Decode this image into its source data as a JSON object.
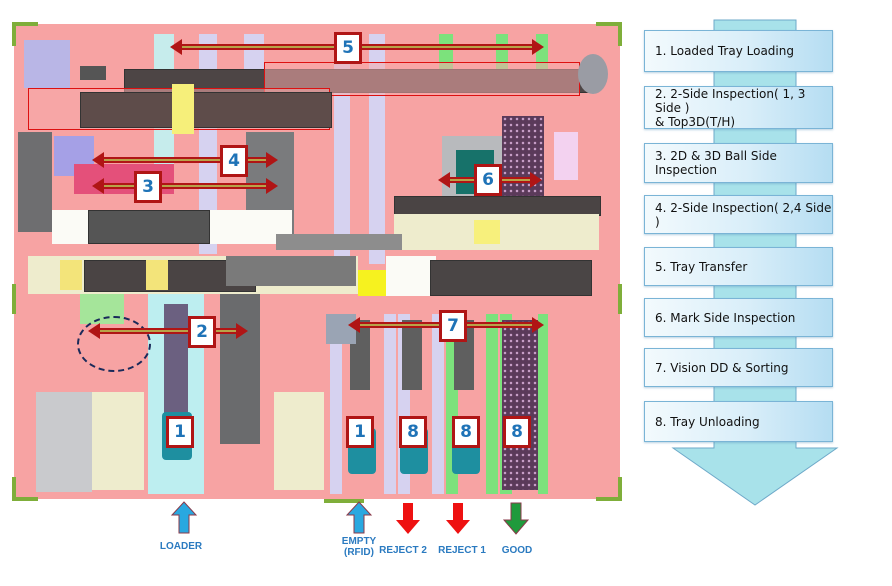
{
  "diagram": {
    "title": "Inspection Handler Process Layout",
    "colors": {
      "machine_bg": "#f7a3a3",
      "arrow_red": "#b01515",
      "badge_text": "#1f73b7",
      "loader_arrow": "#29a8e0",
      "reject_arrow": "#ee1111",
      "good_arrow": "#1f9a3c",
      "io_label": "#2a7ac0",
      "flow_arrow_fill": "#a8e2ea",
      "step_border": "#7ab4d6"
    },
    "machine_steps": [
      {
        "id": "5",
        "label": "5",
        "meaning": "Tray Transfer"
      },
      {
        "id": "4",
        "label": "4",
        "meaning": "2-Side Inspection( 2,4 Side )"
      },
      {
        "id": "3",
        "label": "3",
        "meaning": "2D & 3D Ball Side Inspection"
      },
      {
        "id": "6",
        "label": "6",
        "meaning": "Mark Side Inspection"
      },
      {
        "id": "2",
        "label": "2",
        "meaning": "2-Side Inspection( 1, 3 Side ) & Top3D(T/H)"
      },
      {
        "id": "7",
        "label": "7",
        "meaning": "Vision DD & Sorting"
      },
      {
        "id": "1a",
        "label": "1",
        "meaning": "Loaded Tray Loading"
      },
      {
        "id": "1b",
        "label": "1",
        "meaning": "Loaded Tray Loading"
      },
      {
        "id": "8a",
        "label": "8",
        "meaning": "Tray Unloading"
      },
      {
        "id": "8b",
        "label": "8",
        "meaning": "Tray Unloading"
      },
      {
        "id": "8c",
        "label": "8",
        "meaning": "Tray Unloading"
      }
    ],
    "io_ports": [
      {
        "label": "LOADER",
        "direction": "in",
        "color": "#29a8e0"
      },
      {
        "label": "EMPTY\n(RFID)",
        "direction": "in",
        "color": "#29a8e0"
      },
      {
        "label": "REJECT 2",
        "direction": "out",
        "color": "#ee1111"
      },
      {
        "label": "REJECT 1",
        "direction": "out",
        "color": "#ee1111"
      },
      {
        "label": "GOOD",
        "direction": "out",
        "color": "#1f9a3c"
      }
    ],
    "process_steps": [
      {
        "label": "1. Loaded Tray Loading"
      },
      {
        "label": "2. 2-Side Inspection( 1, 3 Side )\n                   & Top3D(T/H)"
      },
      {
        "label": "3. 2D & 3D Ball Side Inspection"
      },
      {
        "label": "4. 2-Side Inspection( 2,4 Side )"
      },
      {
        "label": "5. Tray Transfer"
      },
      {
        "label": "6. Mark Side Inspection"
      },
      {
        "label": "7. Vision DD & Sorting"
      },
      {
        "label": "8. Tray Unloading"
      }
    ]
  }
}
